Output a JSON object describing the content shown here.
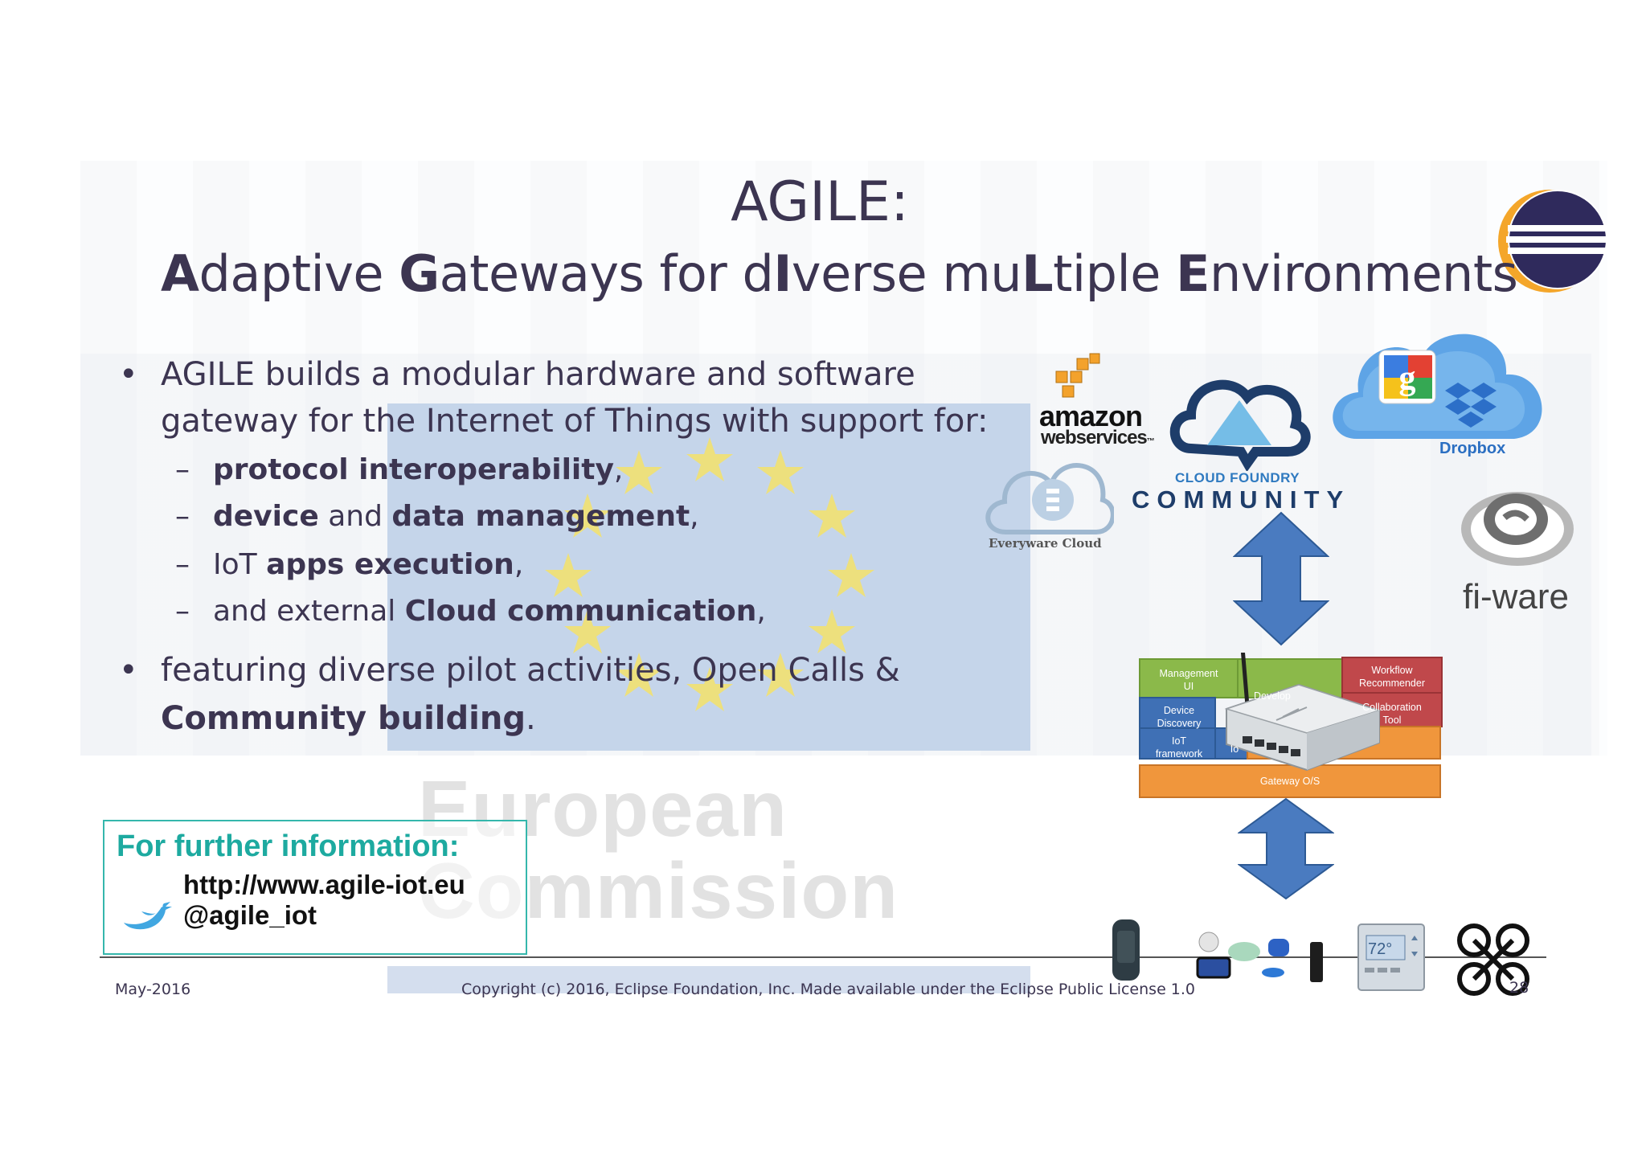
{
  "title": {
    "line1": "AGILE:",
    "line2": [
      {
        "text": "A",
        "bold": true
      },
      {
        "text": "daptive ",
        "bold": false
      },
      {
        "text": "G",
        "bold": true
      },
      {
        "text": "ateways for  d",
        "bold": false
      },
      {
        "text": "I",
        "bold": true
      },
      {
        "text": "verse mu",
        "bold": false
      },
      {
        "text": "L",
        "bold": true
      },
      {
        "text": "tiple ",
        "bold": false
      },
      {
        "text": "E",
        "bold": true
      },
      {
        "text": "nvironments",
        "bold": false
      }
    ]
  },
  "bullets": {
    "b1_line1": "AGILE builds a modular hardware and software",
    "b1_line2": "gateway for the Internet of Things with support for:",
    "sub1": [
      {
        "text": "protocol interoperability",
        "bold": true
      },
      {
        "text": ",",
        "bold": false
      }
    ],
    "sub2": [
      {
        "text": "device",
        "bold": true
      },
      {
        "text": " and ",
        "bold": false
      },
      {
        "text": "data management",
        "bold": true
      },
      {
        "text": ",",
        "bold": false
      }
    ],
    "sub3": [
      {
        "text": "IoT ",
        "bold": false
      },
      {
        "text": "apps execution",
        "bold": true
      },
      {
        "text": ",",
        "bold": false
      }
    ],
    "sub4": [
      {
        "text": "and external ",
        "bold": false
      },
      {
        "text": "Cloud communication",
        "bold": true
      },
      {
        "text": ",",
        "bold": false
      }
    ],
    "b2_line1": "featuring diverse pilot activities, Open Calls &",
    "b2_line2": [
      {
        "text": "Community building",
        "bold": true
      },
      {
        "text": ".",
        "bold": false
      }
    ],
    "bullet_symbol": "•",
    "dash_symbol": "–"
  },
  "background": {
    "watermark_line1": "European",
    "watermark_line2": "Commission"
  },
  "info": {
    "title": "For further information:",
    "url": "http://www.agile-iot.eu",
    "handle": "@agile_iot",
    "icon": "twitter-bird-icon"
  },
  "logos": {
    "amazon_line1": "amazon",
    "amazon_line2": "webservices",
    "amazon_tm": "™",
    "cloudfoundry_line1": "CLOUD FOUNDRY",
    "cloudfoundry_line2": "COMMUNITY",
    "dropbox": "Dropbox",
    "everyware": "Everyware Cloud",
    "fiware": "fi-ware",
    "eclipse_icon": "eclipse-logo-icon",
    "google_icon": "google-logo-icon"
  },
  "gateway": {
    "management_ui": [
      "Management",
      "UI"
    ],
    "workflow": [
      "Workflow",
      "Recommender"
    ],
    "collaboration": [
      "Collaboration",
      "Tool"
    ],
    "device_discovery": [
      "Device",
      "Discovery"
    ],
    "iot_framework": [
      "IoT",
      "framework"
    ],
    "developer": "Develop",
    "io": "Io",
    "os": "Gateway O/S",
    "colors": {
      "green": "#8bb94a",
      "red": "#c0484b",
      "blue": "#3f70b5",
      "orange": "#f0963c",
      "arrow": "#4a7bc0"
    }
  },
  "devices": {
    "thermostat": "72°"
  },
  "footer": {
    "date": "May-2016",
    "copyright": "Copyright  (c) 2016, Eclipse Foundation,  Inc. Made available  under the Eclipse  Public License 1.0",
    "page": "28"
  },
  "colors": {
    "text": "#3c3551",
    "teal": "#1daaa0",
    "eclipse_purple": "#2f2a5c",
    "eclipse_orange": "#f4a62a"
  }
}
